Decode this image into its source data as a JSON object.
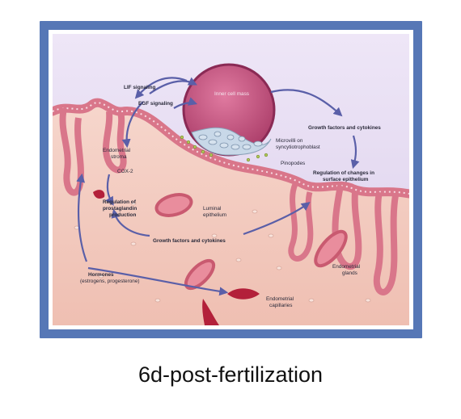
{
  "figure": {
    "labels": {
      "lif": "LIF signaling",
      "egf": "EGF signaling",
      "inner_cell_mass": "Inner cell mass",
      "growth_top": "Growth factors and cytokines",
      "microvilli_1": "Microvilli on",
      "microvilli_2": "syncytiotrophoblast",
      "pinopodes": "Pinopodes",
      "regulation_changes_1": "Regulation of changes in",
      "regulation_changes_2": "surface epithelium",
      "stroma_1": "Endometrial",
      "stroma_2": "stroma",
      "cox2": "COX-2",
      "regulation_pg_1": "Regulation of",
      "regulation_pg_2": "prostaglandin",
      "regulation_pg_3": "production",
      "luminal_1": "Luminal",
      "luminal_2": "epithelium",
      "growth_mid": "Growth factors and cytokines",
      "glands_1": "Endometrial",
      "glands_2": "glands",
      "hormones_1": "Hormones",
      "hormones_2": "(estrogens, progesterone)",
      "capillaries_1": "Endometrial",
      "capillaries_2": "capillaries"
    },
    "colors": {
      "frame": "#5677b6",
      "sky": "#e6dcf2",
      "stroma": "#f2c9c0",
      "epithelium": "#d9768a",
      "blastocyst": "#c2527a",
      "arrows": "#5a5fa8",
      "capillary": "#b3203a"
    }
  },
  "caption": "6d-post-fertilization"
}
